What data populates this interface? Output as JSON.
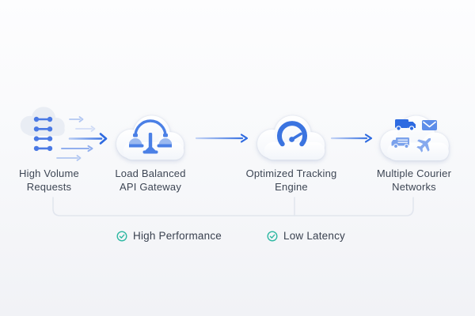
{
  "diagram": {
    "stages": [
      {
        "line1": "High Volume",
        "line2": "Requests",
        "icon": "request-streams-icon"
      },
      {
        "line1": "Load Balanced",
        "line2": "API Gateway",
        "icon": "load-balancer-icon"
      },
      {
        "line1": "Optimized Tracking",
        "line2": "Engine",
        "icon": "speedometer-icon"
      },
      {
        "line1": "Multiple Courier",
        "line2": "Networks",
        "icon": "courier-network-icons"
      }
    ],
    "courier_icons": [
      "truck-icon",
      "envelope-icon",
      "van-icon",
      "plane-icon"
    ],
    "features": [
      {
        "label": "High Performance",
        "icon": "check-circle-icon"
      },
      {
        "label": "Low Latency",
        "icon": "check-circle-icon"
      }
    ],
    "colors": {
      "primary_blue": "#3a72e0",
      "mid_blue": "#4b80e6",
      "light_blue": "#9bb9f0",
      "teal_check": "#2eb8a2",
      "text": "#3d4654",
      "bracket_line": "#e2e6ee",
      "cloud_tint": "#e9edf4"
    }
  }
}
